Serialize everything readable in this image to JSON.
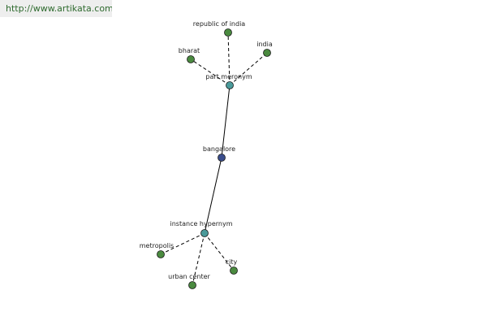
{
  "source": "http://www.artikata.com",
  "colors": {
    "center": "#3a4d8c",
    "relation": "#4a9a9a",
    "term": "#4a8a3f",
    "edge": "#000000"
  },
  "graph": {
    "center": {
      "id": "bangalore",
      "label": "bangalore"
    },
    "relations": [
      {
        "id": "part-meronym",
        "label": "part meronym",
        "terms": [
          {
            "id": "republic-of-india",
            "label": "republic of india"
          },
          {
            "id": "bharat",
            "label": "bharat"
          },
          {
            "id": "india",
            "label": "india"
          }
        ]
      },
      {
        "id": "instance-hypernym",
        "label": "instance hypernym",
        "terms": [
          {
            "id": "metropolis",
            "label": "metropolis"
          },
          {
            "id": "urban-center",
            "label": "urban center"
          },
          {
            "id": "city",
            "label": "city"
          }
        ]
      }
    ]
  }
}
